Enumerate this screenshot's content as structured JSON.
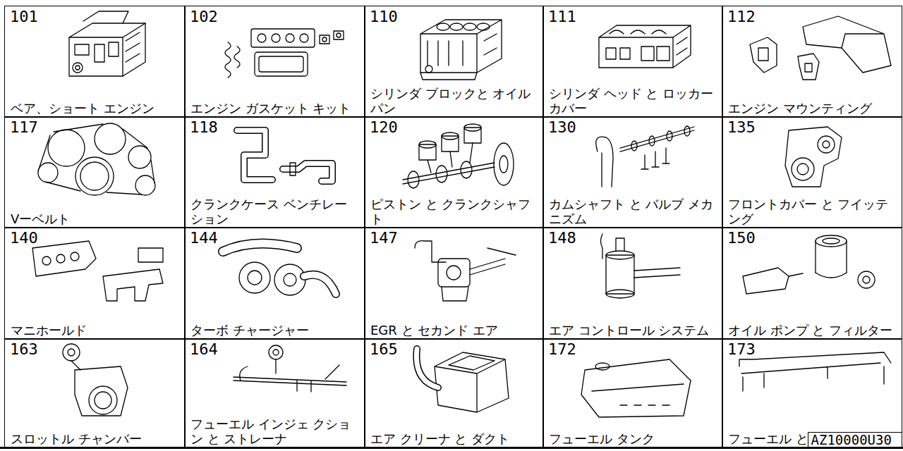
{
  "diagram": {
    "nodes": [
      {
        "text": [
          "101",
          "ベア、ショート エンジン"
        ]
      },
      {
        "text": [
          "102",
          "エンジン ガスケット キット"
        ]
      },
      {
        "text": [
          "110",
          "シリンダ ブロックと オイルパン"
        ]
      },
      {
        "text": [
          "111",
          "シリンダ ヘッド と ロッカー カバー"
        ]
      },
      {
        "text": [
          "112",
          "エンジン マウンティング"
        ]
      },
      {
        "text": [
          "117",
          "Vーベルト"
        ]
      },
      {
        "text": [
          "118",
          "クランクケース ベンチレーション"
        ]
      },
      {
        "text": [
          "120",
          "ピストン と クランクシャフト"
        ]
      },
      {
        "text": [
          "130",
          "カムシャフト と バルブ メカニズム"
        ]
      },
      {
        "text": [
          "135",
          "フロントカバー と フイッテング"
        ]
      },
      {
        "text": [
          "140",
          "マニホールド"
        ]
      },
      {
        "text": [
          "144",
          "ターボ チャージャー"
        ]
      },
      {
        "text": [
          "147",
          "EGR と セカンド エア"
        ]
      },
      {
        "text": [
          "148",
          "エア コントロール システム"
        ]
      },
      {
        "text": [
          "150",
          "オイル ポンプ と フィルター"
        ]
      },
      {
        "text": [
          "163",
          "スロットル チャンバー"
        ]
      },
      {
        "text": [
          "164",
          "フューエル インジェ クション と ストレーナ"
        ]
      },
      {
        "text": [
          "165",
          "エア クリーナ と ダクト"
        ]
      },
      {
        "text": [
          "172",
          "フューエル タンク"
        ]
      },
      {
        "text": [
          "173",
          "フューエル と パイピング"
        ]
      }
    ],
    "labels": [
      "AZ10000U30"
    ]
  }
}
